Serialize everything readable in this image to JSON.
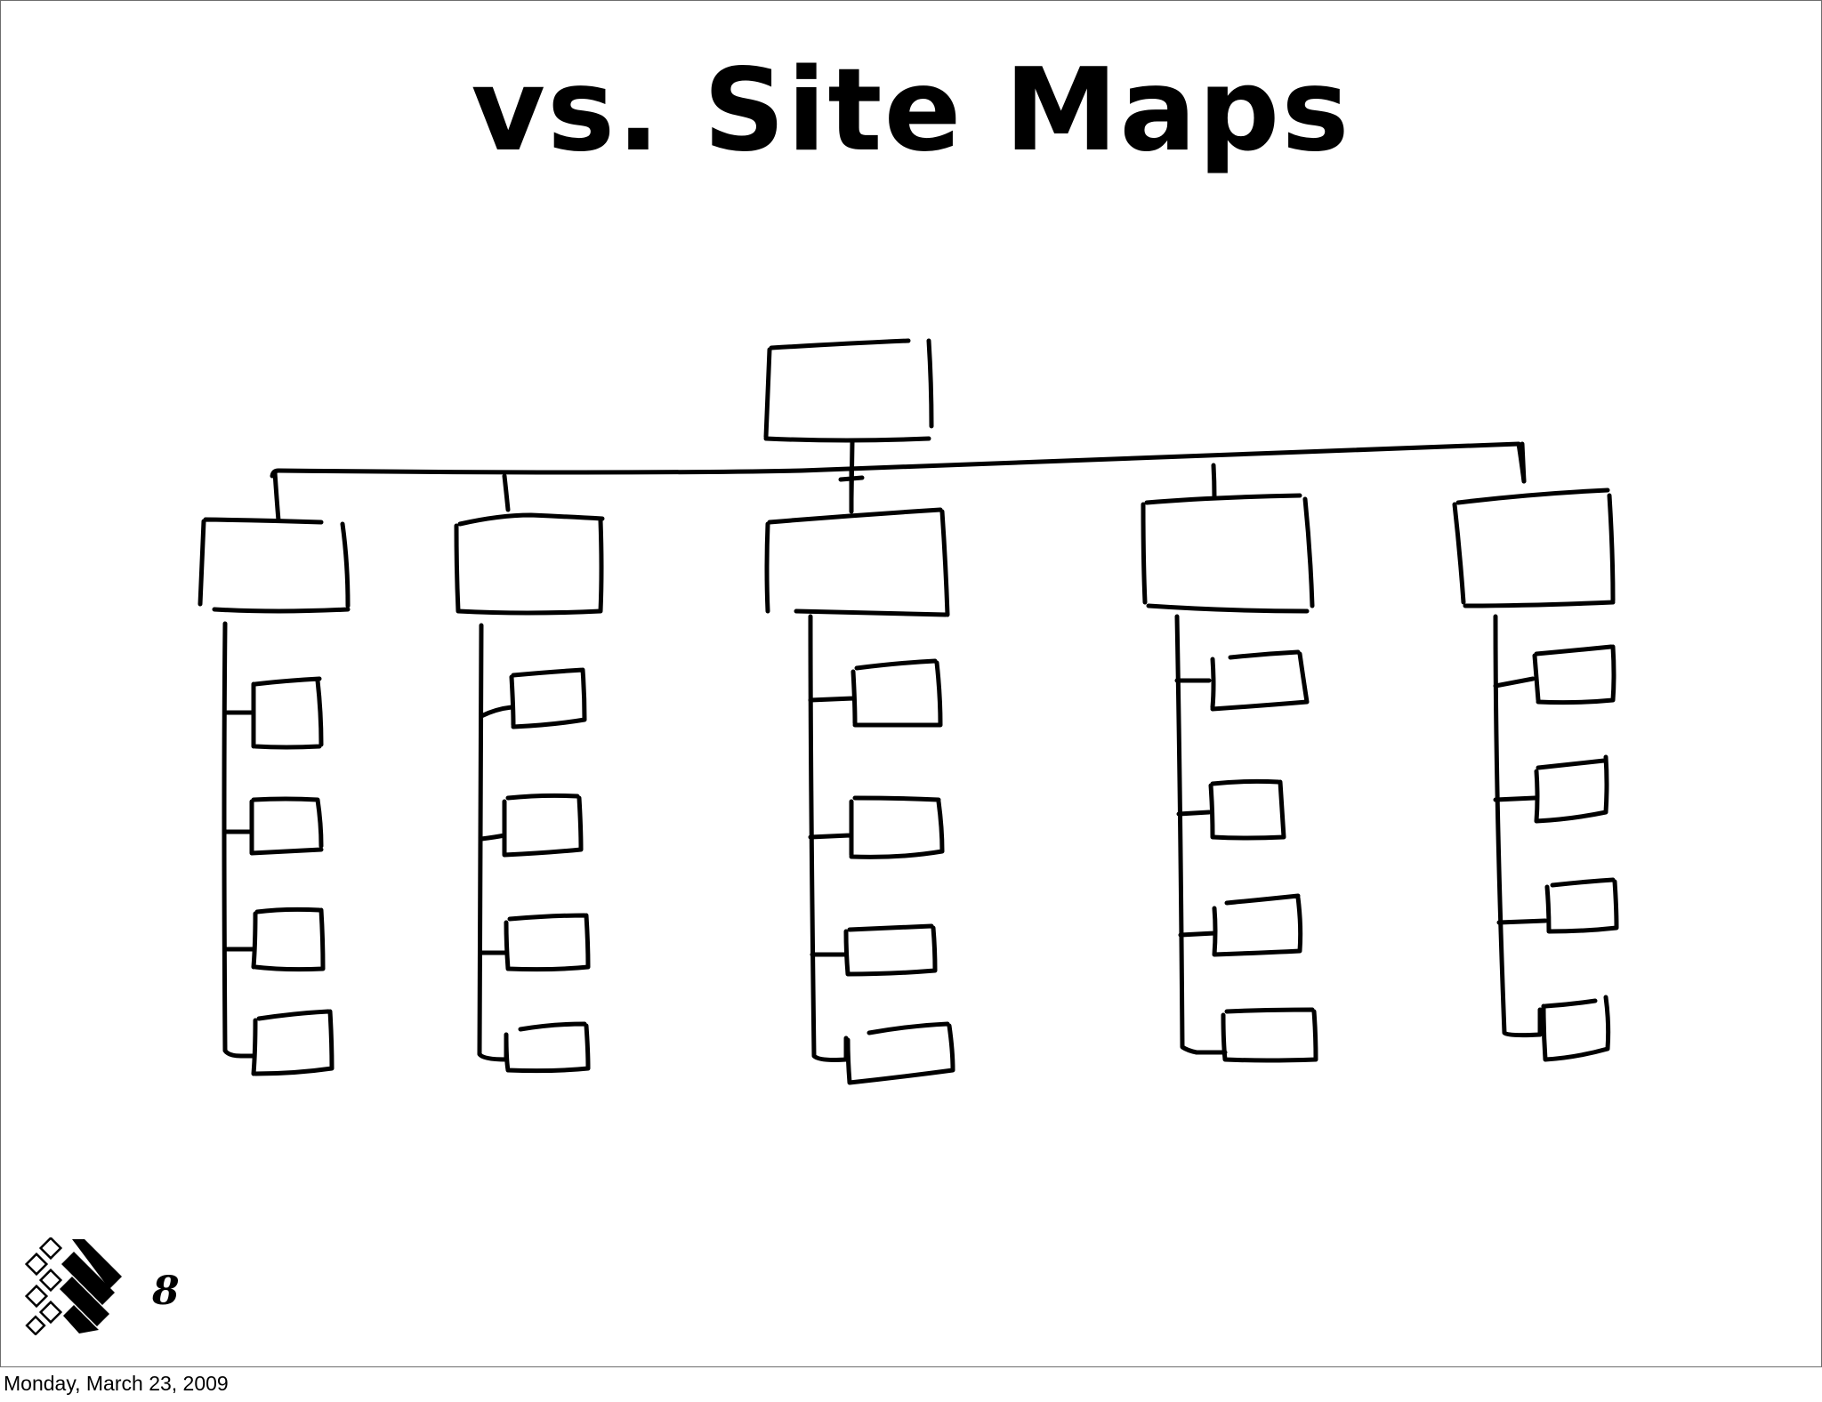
{
  "slide": {
    "title": "vs. Site Maps",
    "page_number": "8",
    "logo": "company-logo"
  },
  "footer": {
    "date": "Monday, March 23, 2009"
  },
  "diagram": {
    "type": "hand-drawn site map (tree)",
    "root": {
      "label": ""
    },
    "sections": [
      {
        "label": "",
        "children": [
          "",
          "",
          "",
          ""
        ]
      },
      {
        "label": "",
        "children": [
          "",
          "",
          "",
          ""
        ]
      },
      {
        "label": "",
        "children": [
          "",
          "",
          "",
          ""
        ]
      },
      {
        "label": "",
        "children": [
          "",
          "",
          "",
          ""
        ]
      },
      {
        "label": "",
        "children": [
          "",
          "",
          "",
          ""
        ]
      }
    ]
  },
  "colors": {
    "ink": "#000000",
    "background": "#ffffff",
    "border": "#6e6e6e"
  }
}
